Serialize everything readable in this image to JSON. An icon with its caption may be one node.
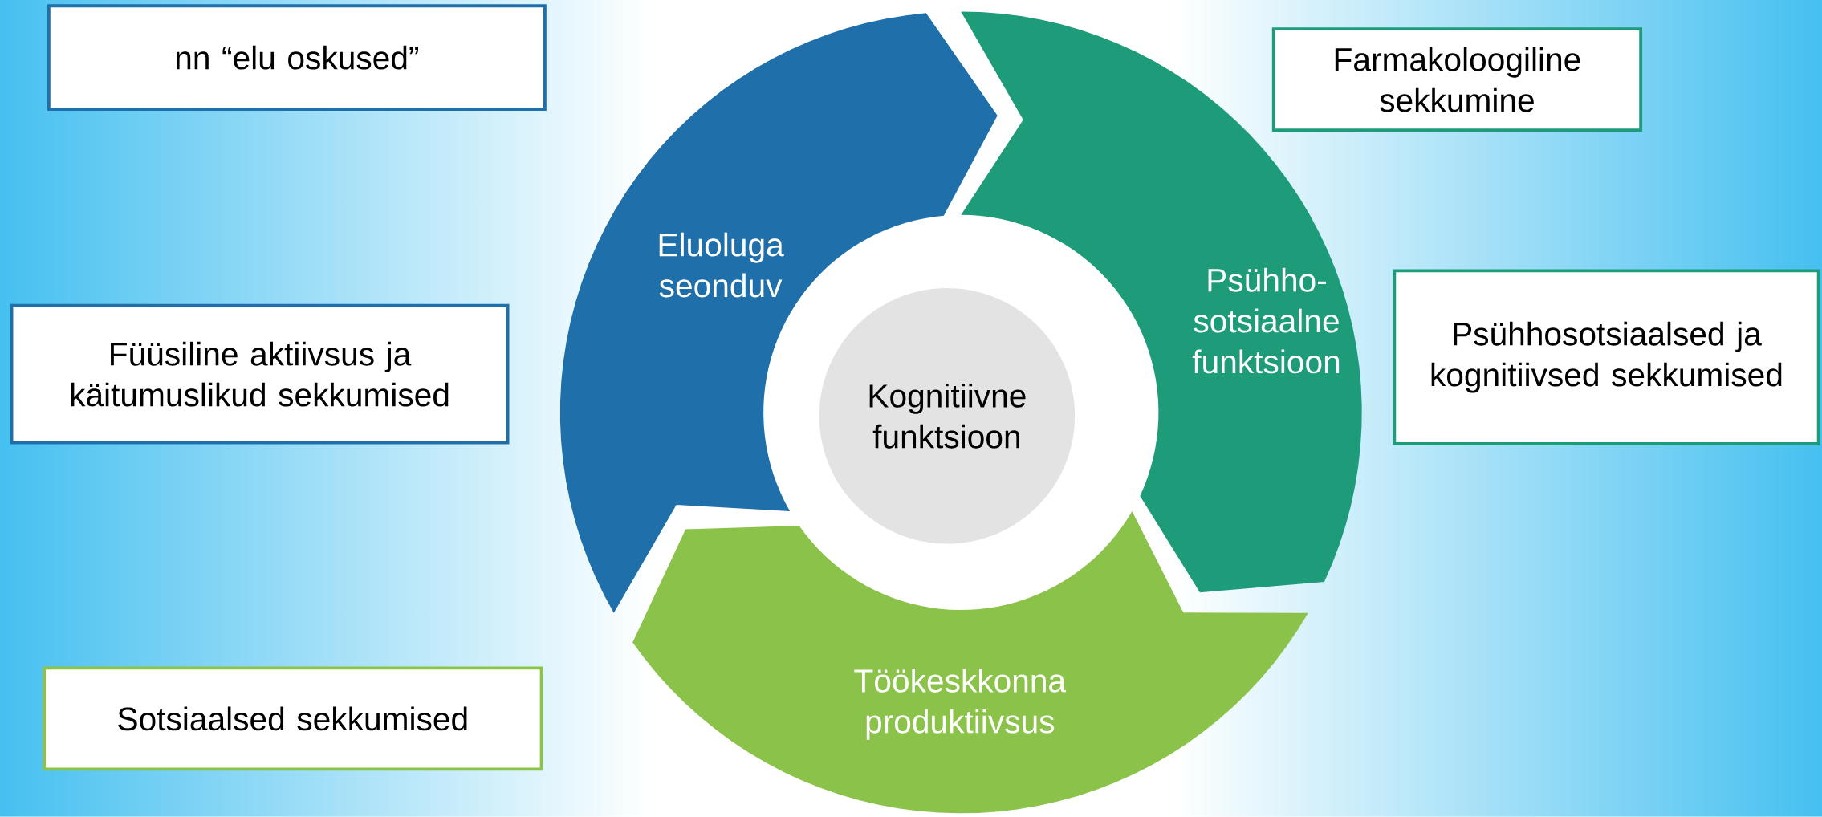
{
  "diagram": {
    "nodes": [
      {
        "text": [
          "nn “elu oskused”"
        ]
      },
      {
        "text": [
          "Füüsiline aktiivsus ja käitumuslikud sekkumised"
        ]
      },
      {
        "text": [
          "Sotsiaalsed sekkumised"
        ]
      },
      {
        "text": [
          "Farmakoloogiline sekkumine"
        ]
      },
      {
        "text": [
          "Psühhosotsiaalsed ja kognitiivsed sekkumised"
        ]
      },
      {
        "text": [
          "Eluoluga seonduv"
        ]
      },
      {
        "text": [
          "Psühho- sotsiaalne funktsioon"
        ]
      },
      {
        "text": [
          "Töökeskkonna produktiivsus"
        ]
      },
      {
        "text": [
          "Kognitiivne funktsioon"
        ]
      }
    ]
  }
}
